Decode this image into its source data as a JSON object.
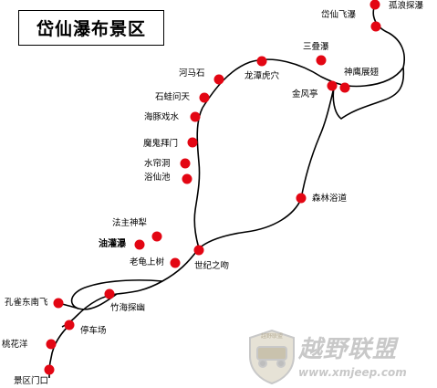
{
  "map": {
    "title": "岱仙瀑布景区",
    "spots": [
      {
        "id": "guilangtanpu",
        "label": "孤浪探瀑",
        "bold": false
      },
      {
        "id": "daixianfeipu",
        "label": "岱仙飞瀑",
        "bold": false
      },
      {
        "id": "sandiepu",
        "label": "三叠瀑",
        "bold": false
      },
      {
        "id": "shenyingzhanchi",
        "label": "神鹰展翅",
        "bold": false
      },
      {
        "id": "jinfengting",
        "label": "金风亭",
        "bold": false
      },
      {
        "id": "longtanhuxue",
        "label": "龙潭虎穴",
        "bold": false
      },
      {
        "id": "hemashi",
        "label": "河马石",
        "bold": false
      },
      {
        "id": "shiwawentian",
        "label": "石蛙问天",
        "bold": false
      },
      {
        "id": "haitunxishui",
        "label": "海豚戏水",
        "bold": false
      },
      {
        "id": "moguibaimen",
        "label": "魔鬼拜门",
        "bold": false
      },
      {
        "id": "shuiliandong",
        "label": "水帘洞",
        "bold": false
      },
      {
        "id": "yuxianchi",
        "label": "浴仙池",
        "bold": false
      },
      {
        "id": "senlinyudao",
        "label": "森林浴道",
        "bold": false
      },
      {
        "id": "fazhushenli",
        "label": "法主神犁",
        "bold": false
      },
      {
        "id": "youguanpu",
        "label": "油灌瀑",
        "bold": true
      },
      {
        "id": "laoguishangshu",
        "label": "老龟上树",
        "bold": false
      },
      {
        "id": "shijizhilu",
        "label": "世纪之吻",
        "bold": false
      },
      {
        "id": "kongquedongnanfei",
        "label": "孔雀东南飞",
        "bold": false
      },
      {
        "id": "zhuhaitanyou",
        "label": "竹海探幽",
        "bold": false
      },
      {
        "id": "tingchechang",
        "label": "停车场",
        "bold": false
      },
      {
        "id": "taohuayang",
        "label": "桃花洋",
        "bold": false
      },
      {
        "id": "jingqumenkou",
        "label": "景区门口",
        "bold": false
      }
    ]
  },
  "watermark": {
    "brand": "越野联盟",
    "badge": "越野联盟",
    "url": "www.xmjeep.com"
  },
  "colors": {
    "marker": "#e30613",
    "route": "#000000",
    "watermark": "#c8c8c8"
  }
}
